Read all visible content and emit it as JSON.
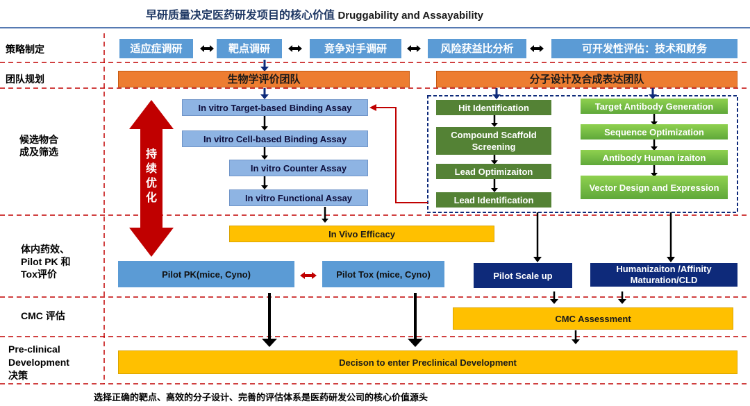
{
  "title": {
    "cn": "早研质量决定医药研发项目的核心价值",
    "en": "Druggability and Assayability"
  },
  "rows": {
    "strategy": "策略制定",
    "team": "团队规划",
    "candidate": [
      "候选物合",
      "成及筛选"
    ],
    "invivo": [
      "体内药效、",
      "Pilot PK 和",
      "Tox评价"
    ],
    "cmc": "CMC 评估",
    "preclinical": [
      "Pre-clinical",
      "Development",
      "决策"
    ]
  },
  "strategy_boxes": [
    "适应症调研",
    "靶点调研",
    "竞争对手调研",
    "风险获益比分析",
    "可开发性评估：技术和财务"
  ],
  "teams": {
    "bio": "生物学评价团队",
    "mol": "分子设计及合成表达团队"
  },
  "assays": [
    "In vitro Target-based Binding Assay",
    "In vitro Cell-based Binding Assay",
    "In vitro Counter Assay",
    "In vitro Functional Assay"
  ],
  "continuous": "持续优化",
  "small_molecule": [
    "Hit Identification",
    "Compound Scaffold Screening",
    "Lead Optimizaiton",
    "Lead Identification"
  ],
  "antibody": [
    "Target Antibody Generation",
    "Sequence  Optimization",
    "Antibody Human izaiton",
    "Vector Design and Expression"
  ],
  "invivo_efficacy": "In Vivo Efficacy",
  "pilot_pk": "Pilot PK(mice, Cyno)",
  "pilot_tox": "Pilot Tox (mice, Cyno)",
  "pilot_scale": "Pilot Scale up",
  "humanization": "Humanizaiton /Affinity Maturation/CLD",
  "cmc_assessment": "CMC Assessment",
  "decision": "Decison to enter Preclinical Development",
  "footer": "选择正确的靶点、高效的分子设计、完善的评估体系是医药研发公司的核心价值源头",
  "colors": {
    "red_divider": "#c00000",
    "navy": "#0e2a7a",
    "orange": "#ed7d31",
    "gold": "#ffc000",
    "green": "#548235"
  }
}
